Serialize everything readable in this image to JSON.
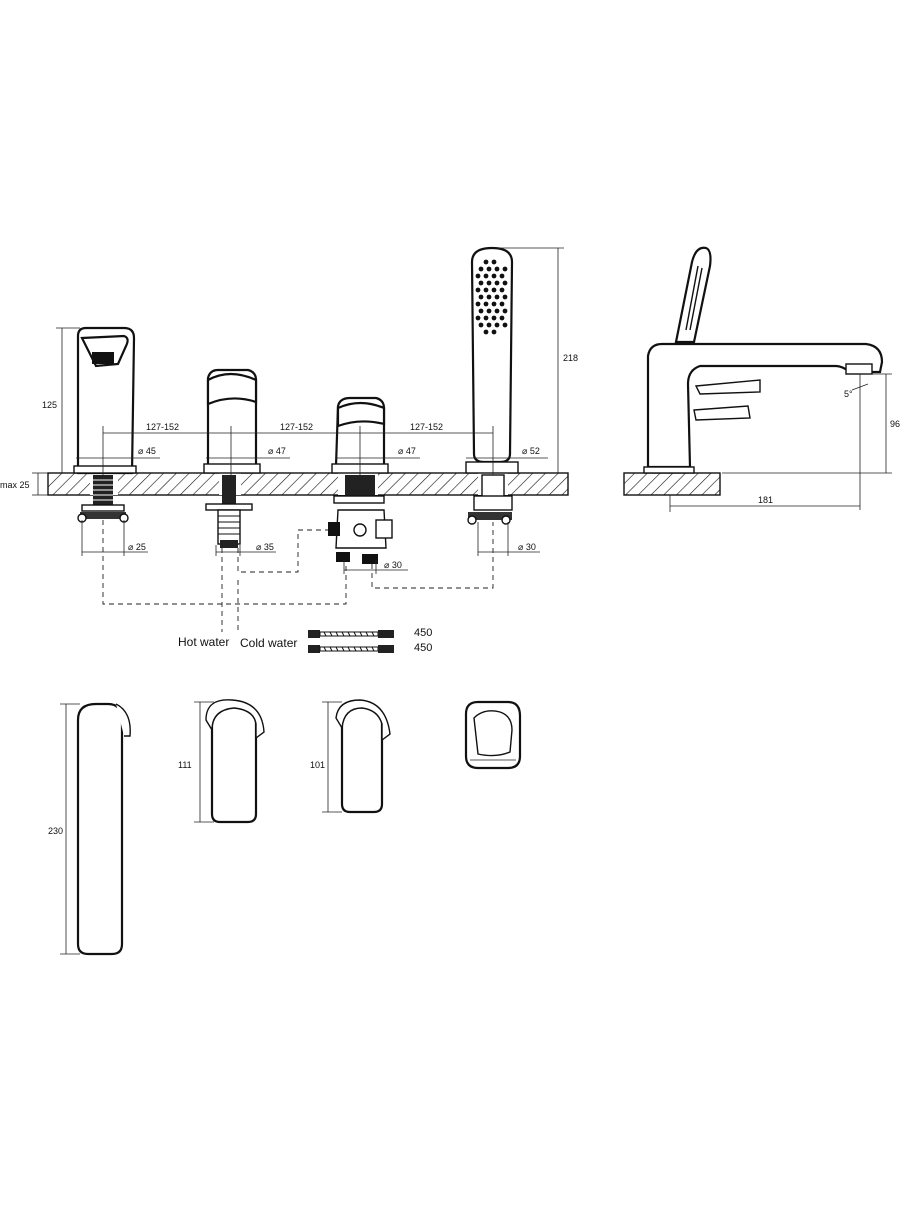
{
  "dimensions": {
    "spout_height": "125",
    "spacing_1": "127-152",
    "spacing_2": "127-152",
    "spacing_3": "127-152",
    "shower_height": "218",
    "dia_spout": "⌀ 45",
    "dia_hot_valve": "⌀ 47",
    "dia_cold_valve": "⌀ 47",
    "dia_shower": "⌀ 52",
    "max_deck": "max 25",
    "dia_spout_shank": "⌀ 25",
    "dia_valve_shank": "⌀ 35",
    "dia_diverter_shank": "⌀ 30",
    "dia_shower_shank": "⌀ 30",
    "side_outlet_height": "96",
    "side_angle": "5°",
    "side_reach": "181",
    "hose_length_1": "450",
    "hose_length_2": "450",
    "spout_front_height": "230",
    "valve_front_height": "111",
    "diverter_front_height": "101"
  },
  "labels": {
    "hot_water": "Hot water",
    "cold_water": "Cold water"
  },
  "colors": {
    "line": "#111111",
    "background": "#ffffff"
  }
}
